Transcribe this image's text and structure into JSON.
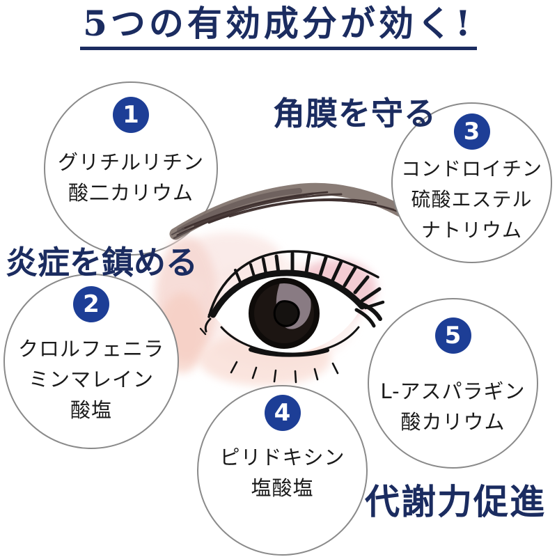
{
  "title": {
    "text": "5つの有効成分が効く!"
  },
  "benefits": [
    {
      "id": "protect-cornea",
      "text": "角膜を守る"
    },
    {
      "id": "calm-inflammation",
      "text": "炎症を鎮める"
    },
    {
      "id": "boost-metabolism",
      "text": "代謝力促進"
    }
  ],
  "ingredients": [
    {
      "number": "1",
      "lines": [
        "グリチルリチン",
        "酸二カリウム"
      ]
    },
    {
      "number": "2",
      "lines": [
        "クロルフェニラ",
        "ミンマレイン",
        "酸塩"
      ]
    },
    {
      "number": "3",
      "lines": [
        "コンドロイチン",
        "硫酸エステル",
        "ナトリウム"
      ]
    },
    {
      "number": "4",
      "lines": [
        "ピリドキシン",
        "塩酸塩"
      ]
    },
    {
      "number": "5",
      "lines": [
        "L-アスパラギン",
        "酸カリウム"
      ]
    }
  ],
  "colors": {
    "heading_navy": "#1b2c60",
    "badge_blue": "#1d3e96",
    "circle_border": "#8a8a8a",
    "ink": "#1a1a1a",
    "background": "#ffffff",
    "eyebrow_base": "#83756f",
    "eyebrow_hair": "#3f3130",
    "skin_pink": "#f8dcd6",
    "eyeshadow_pink": "#f3c9d0",
    "iris_gray": "#897b83"
  }
}
